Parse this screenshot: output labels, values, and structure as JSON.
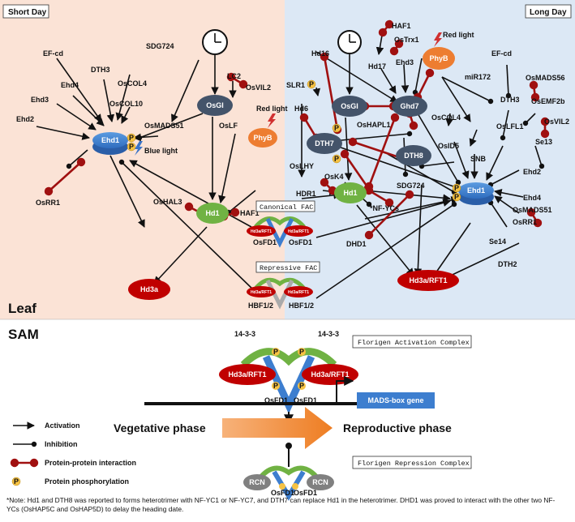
{
  "panels": {
    "short_day": "Short Day",
    "long_day": "Long Day",
    "leaf": "Leaf",
    "sam": "SAM"
  },
  "short_day": {
    "EF_cd": "EF-cd",
    "SDG724": "SDG724",
    "LC2": "LC2",
    "OsVIL2": "OsVIL2",
    "Ehd4": "Ehd4",
    "DTH3": "DTH3",
    "OsCOL4": "OsCOL4",
    "Ehd3": "Ehd3",
    "OsCOL10": "OsCOL10",
    "OsGI": "OsGI",
    "Red_light": "Red light",
    "OsLF": "OsLF",
    "Ehd2": "Ehd2",
    "OsMADS51": "OsMADS51",
    "PhyB": "PhyB",
    "Blue_light": "Blue light",
    "Ehd1": "Ehd1",
    "OsHAL3": "OsHAL3",
    "HAF1": "HAF1",
    "Hd1": "Hd1",
    "OsRR1": "OsRR1",
    "Hd3a": "Hd3a"
  },
  "fac": {
    "canonical": "Canonical FAC",
    "repressive": "Repressive FAC",
    "OsFD1a": "OsFD1",
    "OsFD1b": "OsFD1",
    "HBF1a": "HBF1/2",
    "HBF1b": "HBF1/2",
    "hd3a_rft1": "Hd3a/RFT1",
    "p": "P"
  },
  "long_day": {
    "HAF1": "HAF1",
    "OsTrx1": "OsTrx1",
    "Red_light": "Red light",
    "Hd16": "Hd16",
    "Hd17": "Hd17",
    "Ehd3": "Ehd3",
    "PhyB": "PhyB",
    "EF_cd": "EF-cd",
    "SLR1": "SLR1",
    "OsGI": "OsGI",
    "Ghd7": "Ghd7",
    "miR172": "miR172",
    "OsMADS56": "OsMADS56",
    "Hd6": "Hd6",
    "OsCOL4": "OsCOL4",
    "DTH3": "DTH3",
    "OsEMF2b": "OsEMF2b",
    "OsLFL1": "OsLFL1",
    "OsVIL2": "OsVIL2",
    "OsHAPL1": "OsHAPL1",
    "OsID5": "OsID5",
    "SNB": "SNB",
    "DTH7": "DTH7",
    "DTH8": "DTH8",
    "Se13": "Se13",
    "OsLHY": "OsLHY",
    "OsK4": "OsK4",
    "SDG724": "SDG724",
    "Ehd2": "Ehd2",
    "HDR1": "HDR1",
    "Hd1": "Hd1",
    "NF_YCs": "*NF-YCs",
    "Ehd1": "Ehd1",
    "Ehd4": "Ehd4",
    "OsMADS51": "OsMADS51",
    "OsRR1": "OsRR1",
    "DHD1": "DHD1",
    "Se14": "Se14",
    "DTH2": "DTH2",
    "Hd3a_RFT1": "Hd3a/RFT1"
  },
  "sam": {
    "p14_3_3a": "14-3-3",
    "p14_3_3b": "14-3-3",
    "hd3a_left": "Hd3a/RFT1",
    "hd3a_right": "Hd3a/RFT1",
    "osfd1a": "OsFD1",
    "osfd1b": "OsFD1",
    "activation_complex": "Florigen Activation Complex",
    "mads_box": "MADS-box gene",
    "vegetative": "Vegetative phase",
    "reproductive": "Reproductive phase",
    "repression_complex": "Florigen Repression Complex",
    "rcn_left": "RCN",
    "rcn_right": "RCN",
    "osfd1c": "OsFD1",
    "osfd1d": "OsFD1"
  },
  "legend": {
    "activation": "Activation",
    "inhibition": "Inhibition",
    "ppi": "Protein-protein interaction",
    "phospho": "Protein phosphorylation",
    "p": "P"
  },
  "note": "*Note:   Hd1 and DTH8 was reported to  forms heterotrimer with NF-YC1 or NF-YC7, and DTH7 can replace Hd1 in the heterotrimer. DHD1 was proved to interact with the other two NF-YCs (OsHAP5C and OsHAP5D) to delay the heading date.",
  "colors": {
    "short_day_bg": "#fbe3d6",
    "long_day_bg": "#dce8f5",
    "node_dark": "#44546a",
    "node_green": "#70b243",
    "node_orange": "#ed7d31",
    "node_red": "#c00000",
    "node_blue": "#3d7ecf",
    "ppi": "#a01010",
    "phospho": "#f6c244",
    "arrow": "#f08a24"
  }
}
